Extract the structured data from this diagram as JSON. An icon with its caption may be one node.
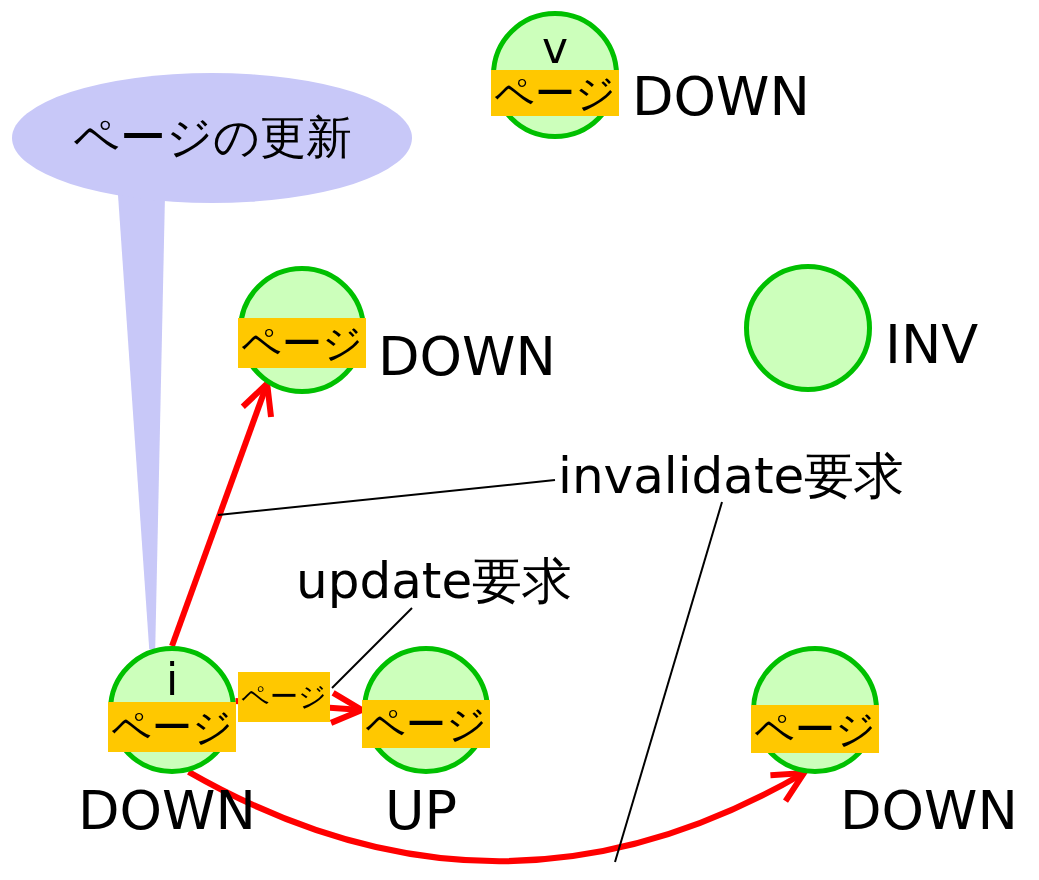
{
  "diagram": {
    "nodes": [
      {
        "text": [
          "v",
          "ページ"
        ],
        "beside": [
          "DOWN"
        ]
      },
      {
        "text": [
          "ページの更新"
        ]
      },
      {
        "text": [
          "ページ"
        ],
        "beside": [
          "DOWN"
        ]
      },
      {
        "text": [],
        "shape": "circle",
        "beside": [
          "INV"
        ]
      },
      {
        "text": [
          "invalidate要求"
        ]
      },
      {
        "text": [
          "update要求"
        ]
      },
      {
        "text": [
          "i",
          "ページ"
        ],
        "beside": [
          "DOWN"
        ]
      },
      {
        "text": [
          "ページ"
        ],
        "beside": [
          "UP"
        ]
      },
      {
        "text": [
          "ページ"
        ],
        "beside": [
          "DOWN"
        ]
      }
    ],
    "edges": [
      {
        "from": 6,
        "to": 2,
        "arrow": "to",
        "color": "#ff0000",
        "style": "thick"
      },
      {
        "from": 6,
        "to": 7,
        "arrow": "to",
        "label": "ページ",
        "color": "#ff0000",
        "style": "thick"
      },
      {
        "from": 6,
        "to": 8,
        "arrow": "to",
        "color": "#ff0000",
        "style": "thick"
      },
      {
        "from": 1,
        "to": 6,
        "arrow": "none",
        "color": "#c8c8f8"
      },
      {
        "from": 4,
        "to": null,
        "arrow": "none",
        "color": "#000000"
      },
      {
        "from": 4,
        "to": null,
        "arrow": "none",
        "color": "#000000"
      },
      {
        "from": 5,
        "to": null,
        "arrow": "none",
        "color": "#000000"
      }
    ]
  }
}
